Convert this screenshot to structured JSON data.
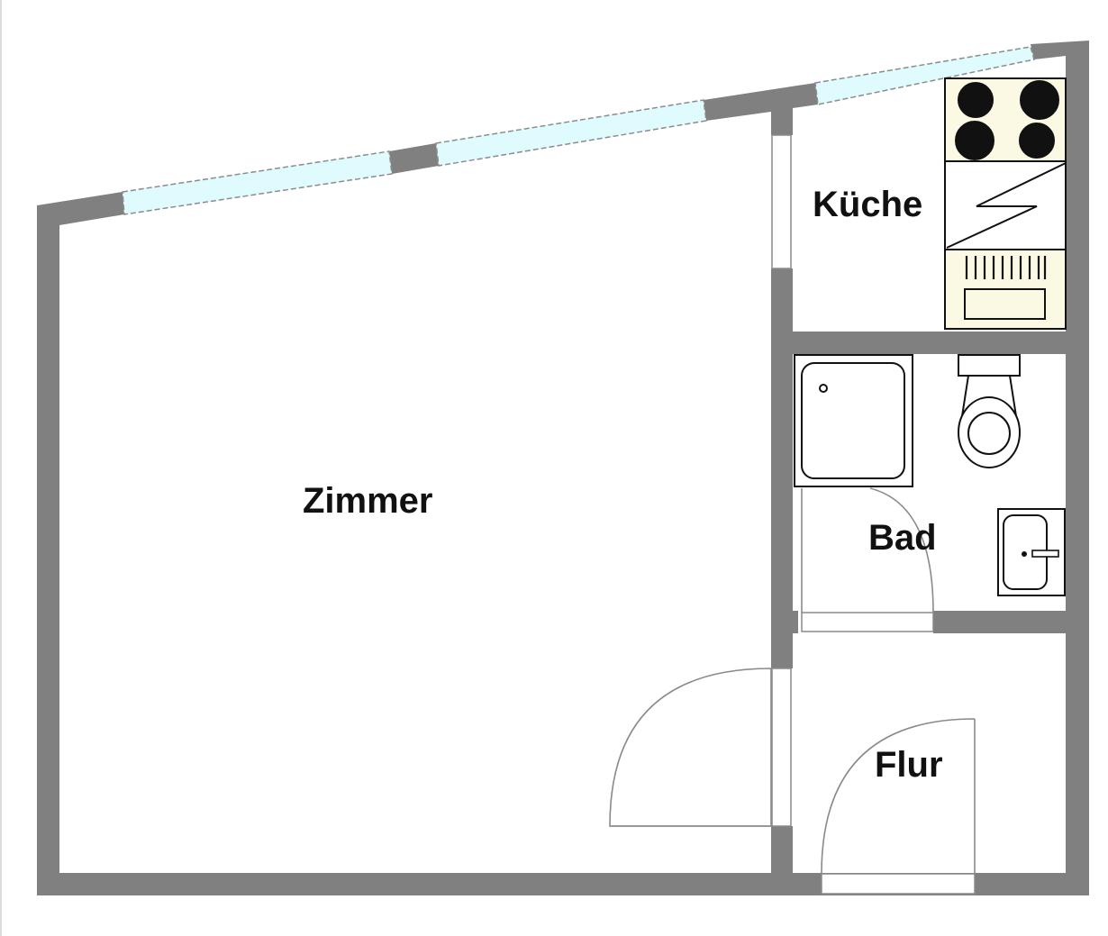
{
  "plan": {
    "type": "floor-plan",
    "rooms": [
      {
        "id": "zimmer",
        "label": "Zimmer"
      },
      {
        "id": "kueche",
        "label": "Küche"
      },
      {
        "id": "bad",
        "label": "Bad"
      },
      {
        "id": "flur",
        "label": "Flur"
      }
    ],
    "colors": {
      "wall": "#808080",
      "window_glass": "#e0fbfd",
      "appliance_fill": "#fbf9e3",
      "line": "#111111",
      "door_swing": "#8a8a8a",
      "background": "#ffffff"
    },
    "fixtures": {
      "kitchen": [
        "stove-4-burners",
        "fridge",
        "sink"
      ],
      "bathroom": [
        "shower-tray",
        "toilet",
        "washbasin"
      ]
    }
  }
}
